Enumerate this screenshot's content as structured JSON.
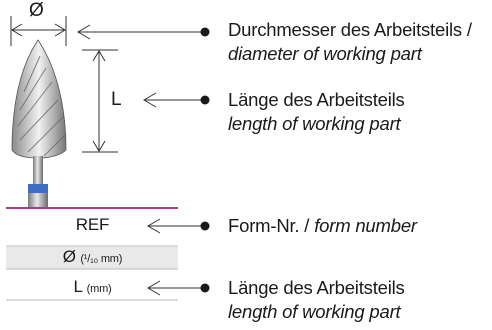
{
  "diameter_symbol": "Ø",
  "length_symbol": "L",
  "callouts": {
    "diameter": {
      "de": "Durchmesser des Arbeitsteils /",
      "en": "diameter of working part"
    },
    "length": {
      "de": "Länge des Arbeitsteils",
      "en": "length of working part"
    },
    "form": {
      "de": "Form-Nr. /",
      "en": "form number"
    },
    "length_mm": {
      "de": "Länge des Arbeitsteils",
      "en": "length of working part"
    }
  },
  "table": {
    "rows": [
      {
        "main": "REF",
        "unit": ""
      },
      {
        "main": "Ø",
        "unit": "(¹/₁₀ mm)"
      },
      {
        "main": "L",
        "unit": "(mm)"
      }
    ]
  },
  "colors": {
    "accent_line": "#b0388a",
    "band": "#3f6fc4",
    "row_bg": "#e9e9e9",
    "line": "#333333"
  }
}
